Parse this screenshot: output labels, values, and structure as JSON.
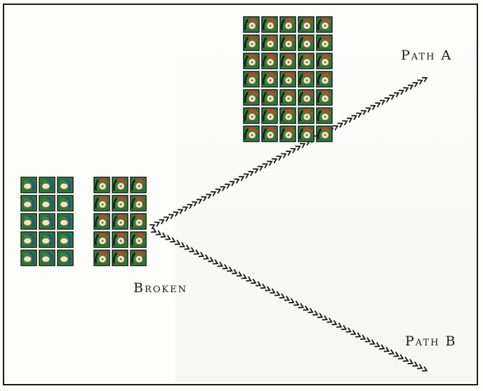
{
  "labels": {
    "path_a": "Path A",
    "broken": "Broken",
    "path_b": "Path B"
  },
  "groups": {
    "broken_left": {
      "rows": 5,
      "cols": 3,
      "tile": "green-egg-tile"
    },
    "broken_right": {
      "rows": 5,
      "cols": 3,
      "tile": "red-bird-tile"
    },
    "path_a_grid": {
      "rows": 7,
      "cols": 5,
      "tile": "red-bird-tile"
    }
  },
  "colors": {
    "tile_green": "#2e8b3a",
    "tile_dark": "#1d5e26",
    "tile_border": "#1a1a1a",
    "egg": "#efe6c8",
    "bird_red": "#c8402b",
    "bird_blue": "#2b4f8a",
    "arrow": "#1a1a1a"
  },
  "icons": {
    "green_tile": "green-egg-tile",
    "red_tile": "red-bird-tile",
    "chevron": "chevron-arrow"
  }
}
